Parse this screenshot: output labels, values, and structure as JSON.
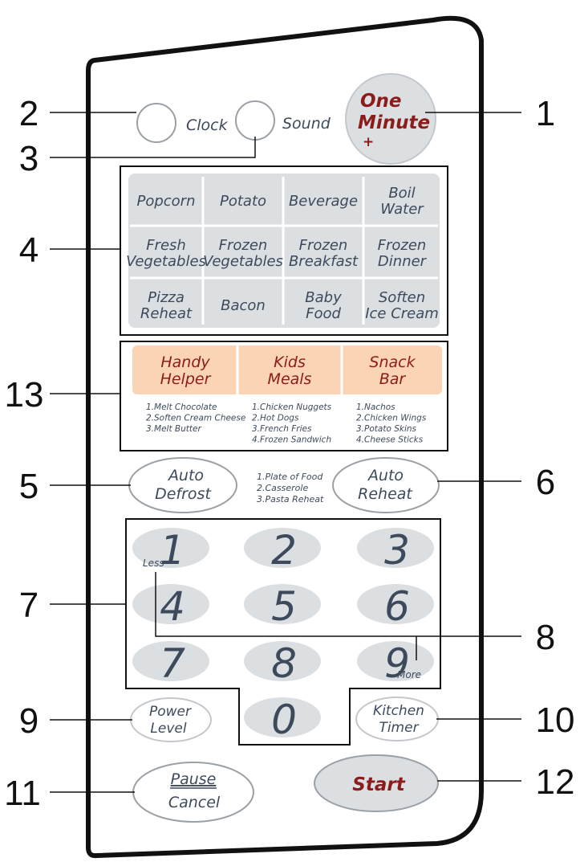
{
  "callouts": {
    "c1": "1",
    "c2": "2",
    "c3": "3",
    "c4": "4",
    "c5": "5",
    "c6": "6",
    "c7": "7",
    "c8": "8",
    "c9": "9",
    "c10": "10",
    "c11": "11",
    "c12": "12",
    "c13": "13"
  },
  "top": {
    "clock": "Clock",
    "sound": "Sound",
    "one_minute_line1": "One",
    "one_minute_line2": "Minute",
    "one_minute_plus": "+"
  },
  "sensor": [
    [
      "Popcorn"
    ],
    [
      "Potato"
    ],
    [
      "Beverage"
    ],
    [
      "Boil",
      "Water"
    ],
    [
      "Fresh",
      "Vegetables"
    ],
    [
      "Frozen",
      "Vegetables"
    ],
    [
      "Frozen",
      "Breakfast"
    ],
    [
      "Frozen",
      "Dinner"
    ],
    [
      "Pizza",
      "Reheat"
    ],
    [
      "Bacon"
    ],
    [
      "Baby",
      "Food"
    ],
    [
      "Soften",
      "Ice Cream"
    ]
  ],
  "menus": [
    {
      "title": [
        "Handy",
        "Helper"
      ],
      "items": [
        "1.Melt Chocolate",
        "2.Soften Cream Cheese",
        "3.Melt Butter"
      ]
    },
    {
      "title": [
        "Kids",
        "Meals"
      ],
      "items": [
        "1.Chicken Nuggets",
        "2.Hot Dogs",
        "3.French Fries",
        "4.Frozen Sandwich"
      ]
    },
    {
      "title": [
        "Snack",
        "Bar"
      ],
      "items": [
        "1.Nachos",
        "2.Chicken Wings",
        "3.Potato Skins",
        "4.Cheese Sticks"
      ]
    }
  ],
  "auto": {
    "defrost": [
      "Auto",
      "Defrost"
    ],
    "reheat": [
      "Auto",
      "Reheat"
    ],
    "reheat_items": [
      "1.Plate of Food",
      "2.Casserole",
      "3.Pasta Reheat"
    ]
  },
  "keypad": {
    "digits": [
      "1",
      "2",
      "3",
      "4",
      "5",
      "6",
      "7",
      "8",
      "9",
      "0"
    ],
    "less": "Less",
    "more": "More"
  },
  "bottom": {
    "power": [
      "Power",
      "Level"
    ],
    "kitchen": [
      "Kitchen",
      "Timer"
    ],
    "pause": "Pause",
    "cancel": "Cancel",
    "start": "Start"
  },
  "colors": {
    "panel_stroke": "#111111",
    "key_fill": "#dcdfe1",
    "menu_fill": "#fbd3b5",
    "accent_text": "#8a1c1c",
    "label_text": "#3d4a5c"
  }
}
